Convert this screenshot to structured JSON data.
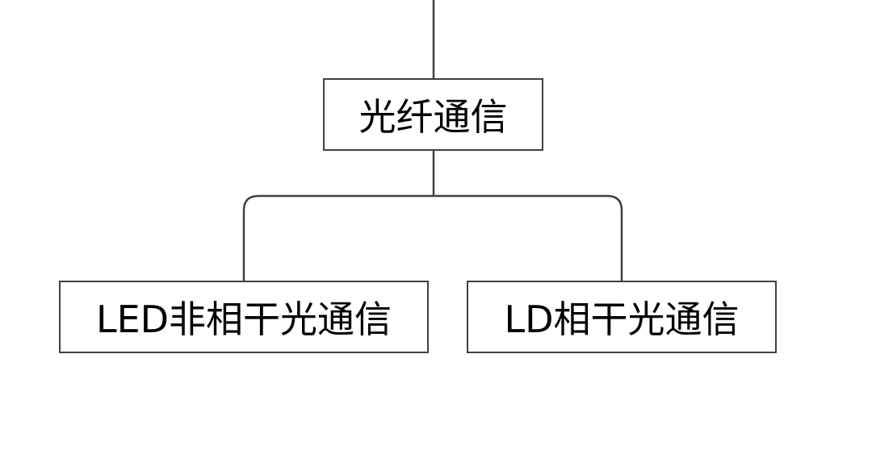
{
  "diagram": {
    "root": {
      "label": "光纤通信"
    },
    "children": [
      {
        "label": "LED非相干光通信"
      },
      {
        "label": "LD相干光通信"
      }
    ]
  },
  "colors": {
    "line": "#404040",
    "box_border": "#404040",
    "text": "#000000",
    "background": "#ffffff"
  }
}
